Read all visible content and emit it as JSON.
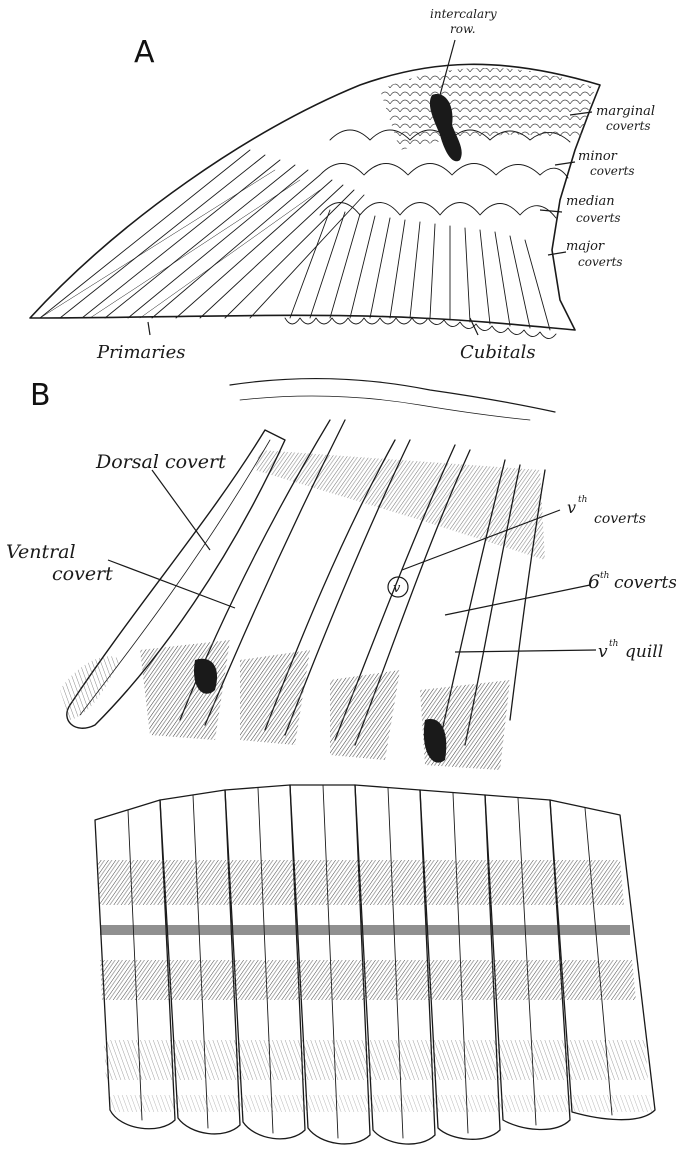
{
  "panels": {
    "a": {
      "letter": "A"
    },
    "b": {
      "letter": "B"
    }
  },
  "labels_a": {
    "intercalary": [
      "intercalary",
      "row."
    ],
    "marginal": [
      "marginal",
      "coverts"
    ],
    "minor": [
      "minor",
      "coverts"
    ],
    "median": [
      "median",
      "coverts"
    ],
    "major": [
      "major",
      "coverts"
    ],
    "primaries": "Primaries",
    "cubitals": "Cubitals"
  },
  "labels_b": {
    "dorsal": "Dorsal covert",
    "ventral": [
      "Ventral",
      "covert"
    ],
    "v_coverts": [
      "v",
      "th",
      "coverts"
    ],
    "v_mark": "v",
    "sixth_coverts": [
      "6",
      "th",
      "coverts"
    ],
    "v_quill": [
      "v",
      "th",
      "quill"
    ]
  },
  "colors": {
    "ink": "#1a1a1a",
    "paper": "#ffffff",
    "hatch": "#555555"
  }
}
